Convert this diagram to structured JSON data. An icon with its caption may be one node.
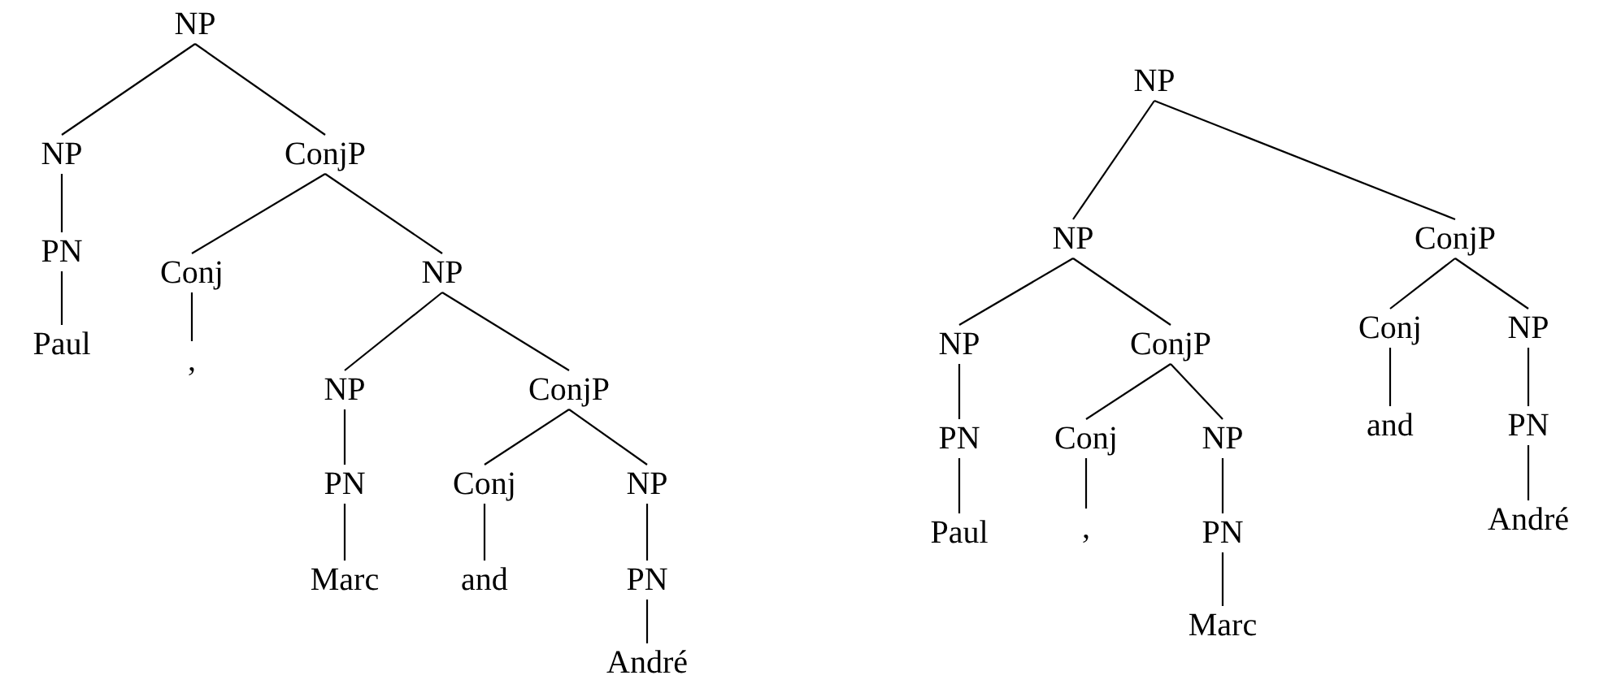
{
  "diagram": {
    "nodes": [
      {
        "text": [
          "NP"
        ]
      },
      {
        "text": [
          "NP"
        ]
      },
      {
        "text": [
          "ConjP"
        ]
      },
      {
        "text": [
          "PN"
        ]
      },
      {
        "text": [
          "Paul"
        ]
      },
      {
        "text": [
          "Conj"
        ]
      },
      {
        "text": [
          ","
        ]
      },
      {
        "text": [
          "NP"
        ]
      },
      {
        "text": [
          "NP"
        ]
      },
      {
        "text": [
          "ConjP"
        ]
      },
      {
        "text": [
          "PN"
        ]
      },
      {
        "text": [
          "Marc"
        ]
      },
      {
        "text": [
          "Conj"
        ]
      },
      {
        "text": [
          "and"
        ]
      },
      {
        "text": [
          "NP"
        ]
      },
      {
        "text": [
          "PN"
        ]
      },
      {
        "text": [
          "André"
        ]
      },
      {
        "text": [
          "NP"
        ]
      },
      {
        "text": [
          "NP"
        ]
      },
      {
        "text": [
          "ConjP"
        ]
      },
      {
        "text": [
          "NP"
        ]
      },
      {
        "text": [
          "ConjP"
        ]
      },
      {
        "text": [
          "PN"
        ]
      },
      {
        "text": [
          "Paul"
        ]
      },
      {
        "text": [
          "Conj"
        ]
      },
      {
        "text": [
          ","
        ]
      },
      {
        "text": [
          "NP"
        ]
      },
      {
        "text": [
          "PN"
        ]
      },
      {
        "text": [
          "Marc"
        ]
      },
      {
        "text": [
          "Conj"
        ]
      },
      {
        "text": [
          "and"
        ]
      },
      {
        "text": [
          "NP"
        ]
      },
      {
        "text": [
          "PN"
        ]
      },
      {
        "text": [
          "André"
        ]
      }
    ],
    "edges": [
      {
        "from": 0,
        "to": 1,
        "arrow": "none"
      },
      {
        "from": 0,
        "to": 2,
        "arrow": "none"
      },
      {
        "from": 1,
        "to": 3,
        "arrow": "none"
      },
      {
        "from": 3,
        "to": 4,
        "arrow": "none"
      },
      {
        "from": 2,
        "to": 5,
        "arrow": "none"
      },
      {
        "from": 2,
        "to": 7,
        "arrow": "none"
      },
      {
        "from": 5,
        "to": 6,
        "arrow": "none"
      },
      {
        "from": 7,
        "to": 8,
        "arrow": "none"
      },
      {
        "from": 7,
        "to": 9,
        "arrow": "none"
      },
      {
        "from": 8,
        "to": 10,
        "arrow": "none"
      },
      {
        "from": 10,
        "to": 11,
        "arrow": "none"
      },
      {
        "from": 9,
        "to": 12,
        "arrow": "none"
      },
      {
        "from": 9,
        "to": 14,
        "arrow": "none"
      },
      {
        "from": 12,
        "to": 13,
        "arrow": "none"
      },
      {
        "from": 14,
        "to": 15,
        "arrow": "none"
      },
      {
        "from": 15,
        "to": 16,
        "arrow": "none"
      },
      {
        "from": 17,
        "to": 18,
        "arrow": "none"
      },
      {
        "from": 17,
        "to": 19,
        "arrow": "none"
      },
      {
        "from": 18,
        "to": 20,
        "arrow": "none"
      },
      {
        "from": 18,
        "to": 21,
        "arrow": "none"
      },
      {
        "from": 20,
        "to": 22,
        "arrow": "none"
      },
      {
        "from": 22,
        "to": 23,
        "arrow": "none"
      },
      {
        "from": 21,
        "to": 24,
        "arrow": "none"
      },
      {
        "from": 21,
        "to": 26,
        "arrow": "none"
      },
      {
        "from": 24,
        "to": 25,
        "arrow": "none"
      },
      {
        "from": 26,
        "to": 27,
        "arrow": "none"
      },
      {
        "from": 27,
        "to": 28,
        "arrow": "none"
      },
      {
        "from": 19,
        "to": 29,
        "arrow": "none"
      },
      {
        "from": 19,
        "to": 31,
        "arrow": "none"
      },
      {
        "from": 29,
        "to": 30,
        "arrow": "none"
      },
      {
        "from": 31,
        "to": 32,
        "arrow": "none"
      },
      {
        "from": 32,
        "to": 33,
        "arrow": "none"
      }
    ]
  }
}
